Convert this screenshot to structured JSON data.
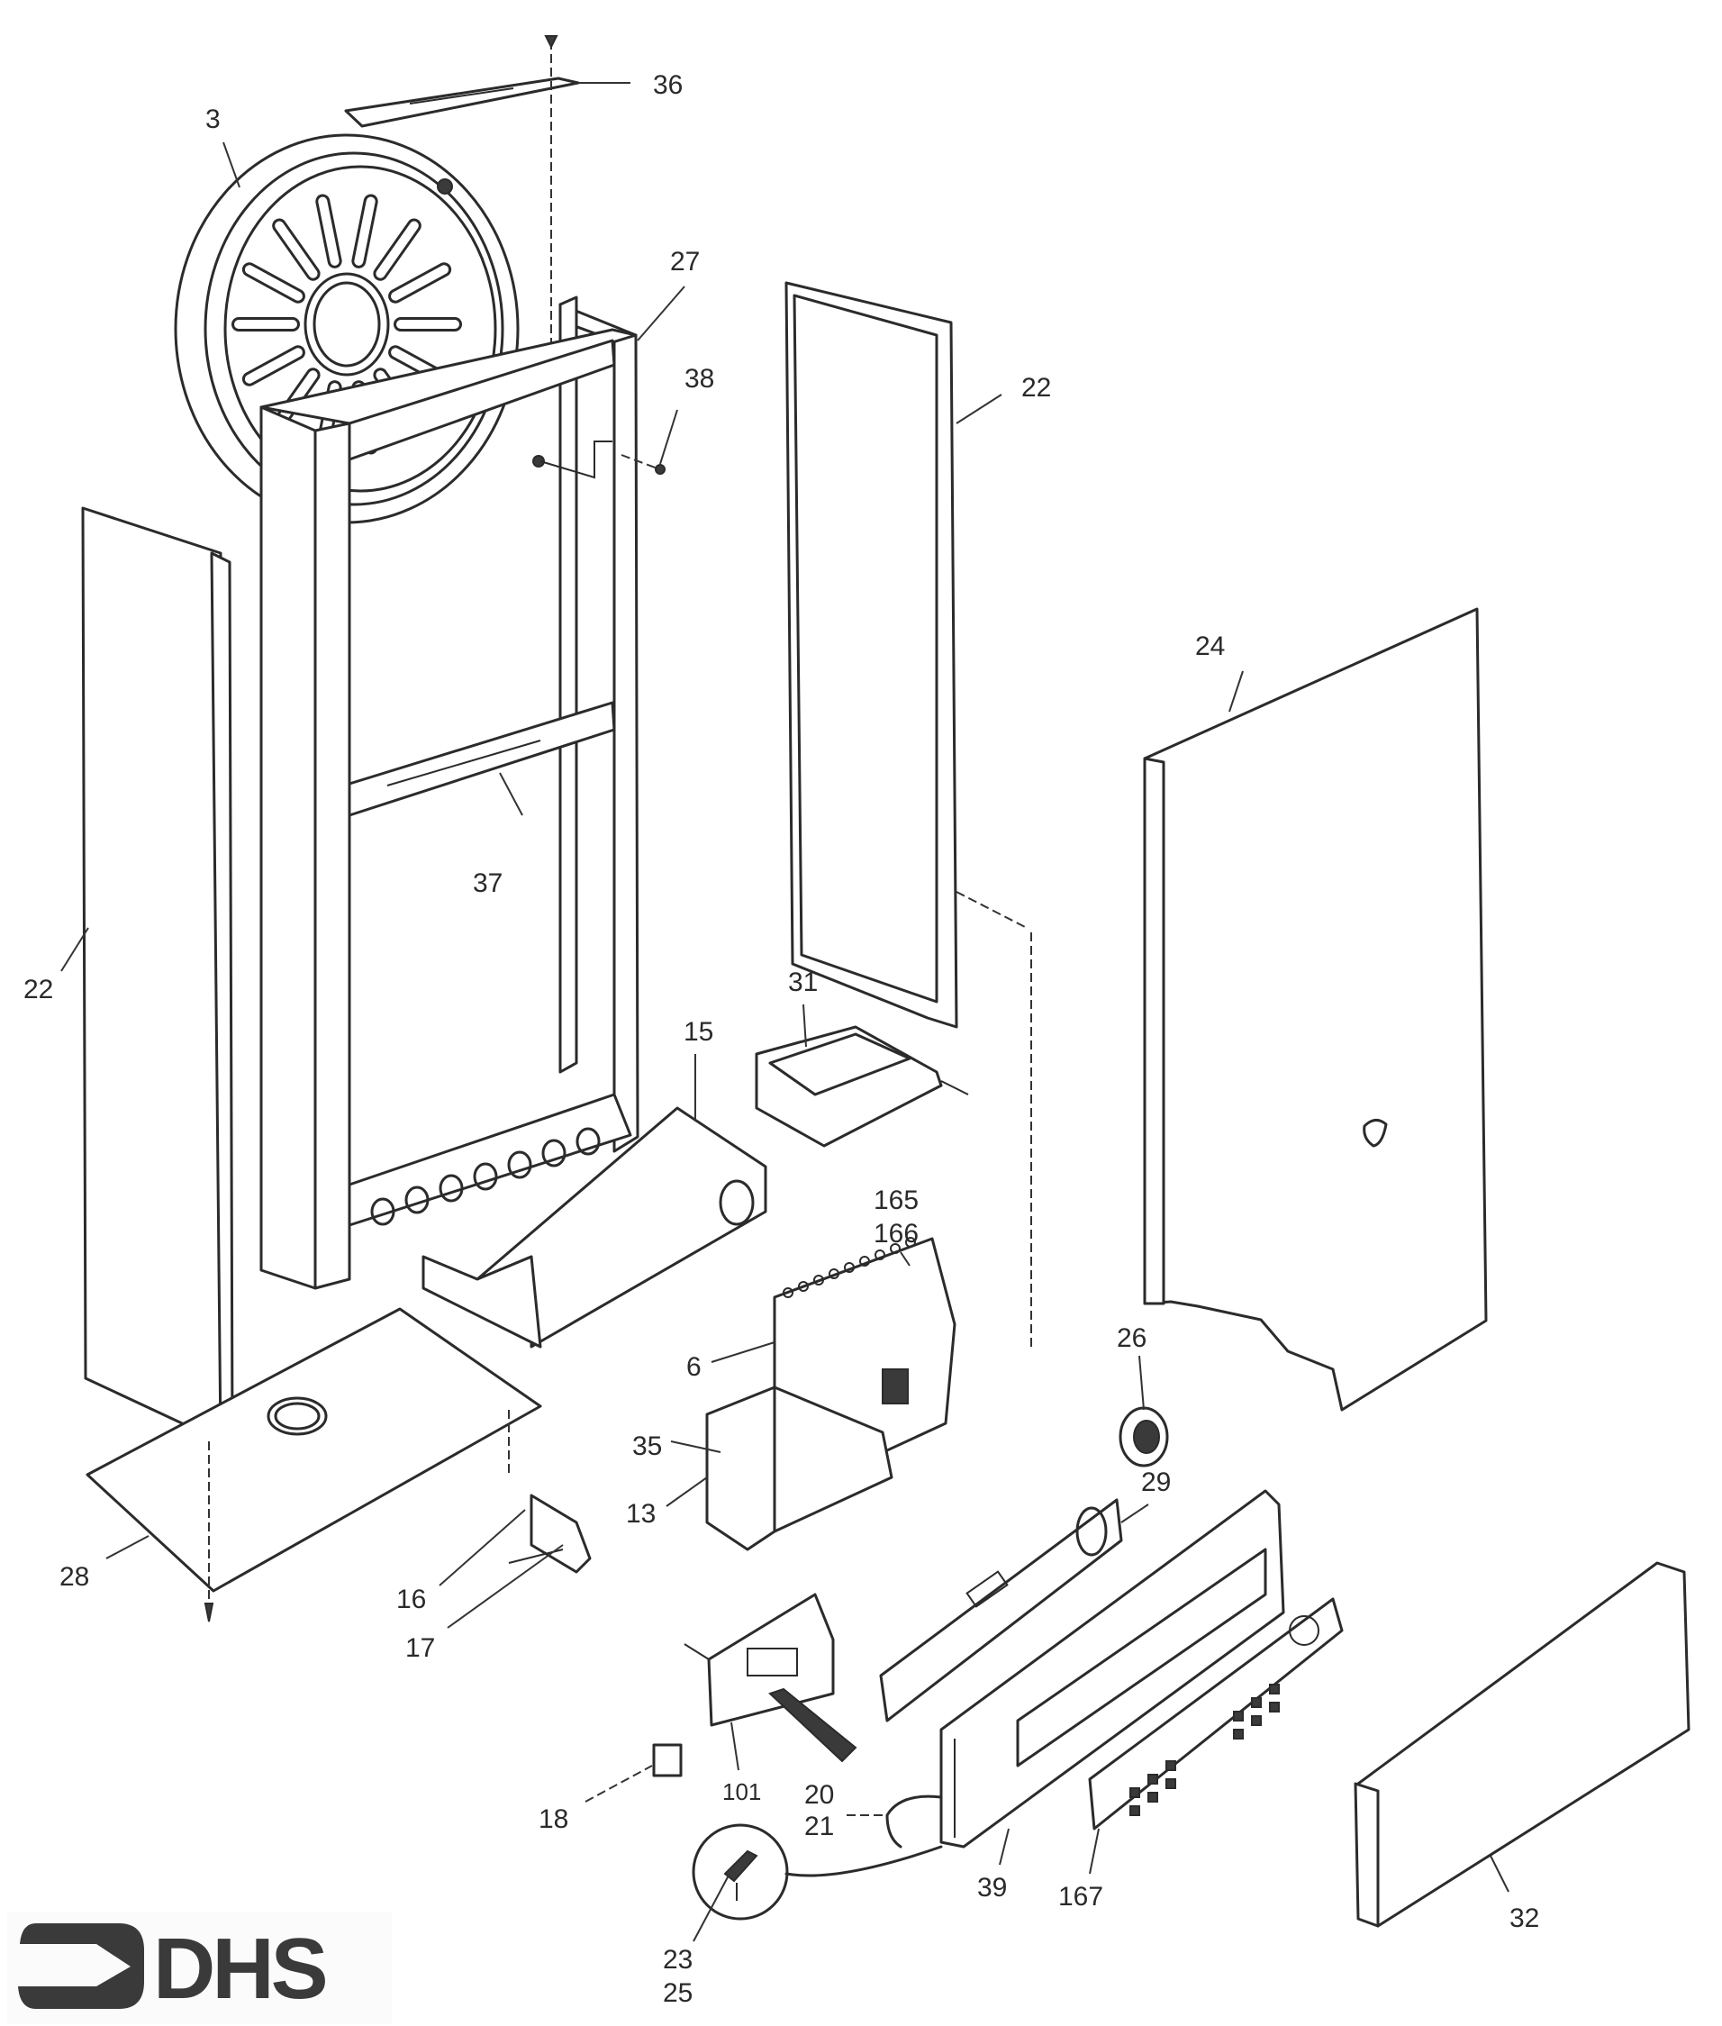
{
  "diagram": {
    "type": "exploded-parts-view",
    "subject": "boiler casing and control panel assembly",
    "logo": {
      "text": "DHS",
      "icon": "arrow-right-logo-icon",
      "color": "#3a3a3a"
    },
    "part_labels": {
      "p3": "3",
      "p36": "36",
      "p27": "27",
      "p38": "38",
      "p22_right": "22",
      "p22_left": "22",
      "p37": "37",
      "p24": "24",
      "p31": "31",
      "p15": "15",
      "p165": "165",
      "p166": "166",
      "p6": "6",
      "p26": "26",
      "p35": "35",
      "p13": "13",
      "p29": "29",
      "p28": "28",
      "p16": "16",
      "p17": "17",
      "p101": "101",
      "p18": "18",
      "p20": "20",
      "p21": "21",
      "p39": "39",
      "p167": "167",
      "p32": "32",
      "p23": "23",
      "p25": "25"
    }
  }
}
